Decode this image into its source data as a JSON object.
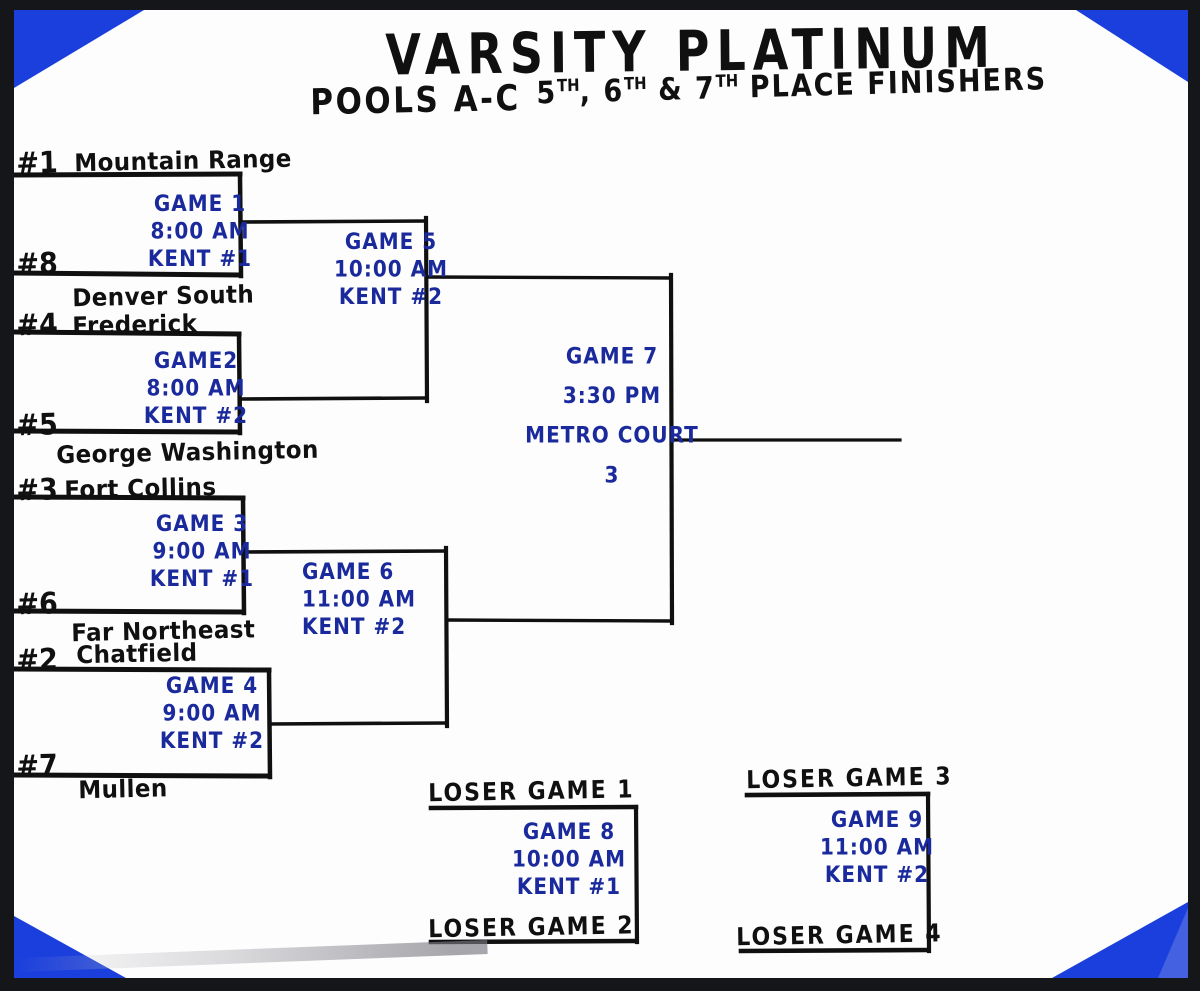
{
  "document": {
    "title_line1": "VARSITY PLATINUM",
    "title_line2_left": "POOLS A-C",
    "title_line2_right_pre": "5",
    "title_line2_right_mid": ", 6",
    "title_line2_right_mid2": " & 7",
    "title_line2_right_post": " PLACE FINISHERS",
    "ordinal_suffix": "TH"
  },
  "colors": {
    "ink_black": "#101010",
    "ink_blue": "#1a2a9c",
    "frame_blue": "#1b3fdc",
    "board_white": "#fdfdfd",
    "photo_border": "#14161a"
  },
  "slots": [
    {
      "seed": "#1",
      "team": "Mountain Range"
    },
    {
      "seed": "#8",
      "team": "Denver South"
    },
    {
      "seed": "#4",
      "team": "Frederick"
    },
    {
      "seed": "#5",
      "team": "George Washington"
    },
    {
      "seed": "#3",
      "team": "Fort Collins"
    },
    {
      "seed": "#6",
      "team": "Far Northeast"
    },
    {
      "seed": "#2",
      "team": "Chatfield"
    },
    {
      "seed": "#7",
      "team": "Mullen"
    }
  ],
  "games": [
    {
      "name": "GAME 1",
      "time": "8:00 AM",
      "court": "KENT #1"
    },
    {
      "name": "GAME2",
      "time": "8:00 AM",
      "court": "KENT #2"
    },
    {
      "name": "GAME 3",
      "time": "9:00 AM",
      "court": "KENT #1"
    },
    {
      "name": "GAME 4",
      "time": "9:00 AM",
      "court": "KENT #2"
    },
    {
      "name": "GAME 5",
      "time": "10:00 AM",
      "court": "KENT #2"
    },
    {
      "name": "GAME 6",
      "time": "11:00 AM",
      "court": "KENT #2"
    },
    {
      "name": "GAME 7",
      "time": "3:30 PM",
      "court": "METRO COURT",
      "court_line2": "3"
    },
    {
      "name": "GAME 8",
      "time": "10:00 AM",
      "court": "KENT #1"
    },
    {
      "name": "GAME 9",
      "time": "11:00 AM",
      "court": "KENT #2"
    }
  ],
  "consolation": {
    "bracket_left": {
      "top_label": "LOSER GAME 1",
      "bottom_label": "LOSER GAME 2"
    },
    "bracket_right": {
      "top_label": "LOSER GAME 3",
      "bottom_label": "LOSER GAME 4"
    }
  }
}
